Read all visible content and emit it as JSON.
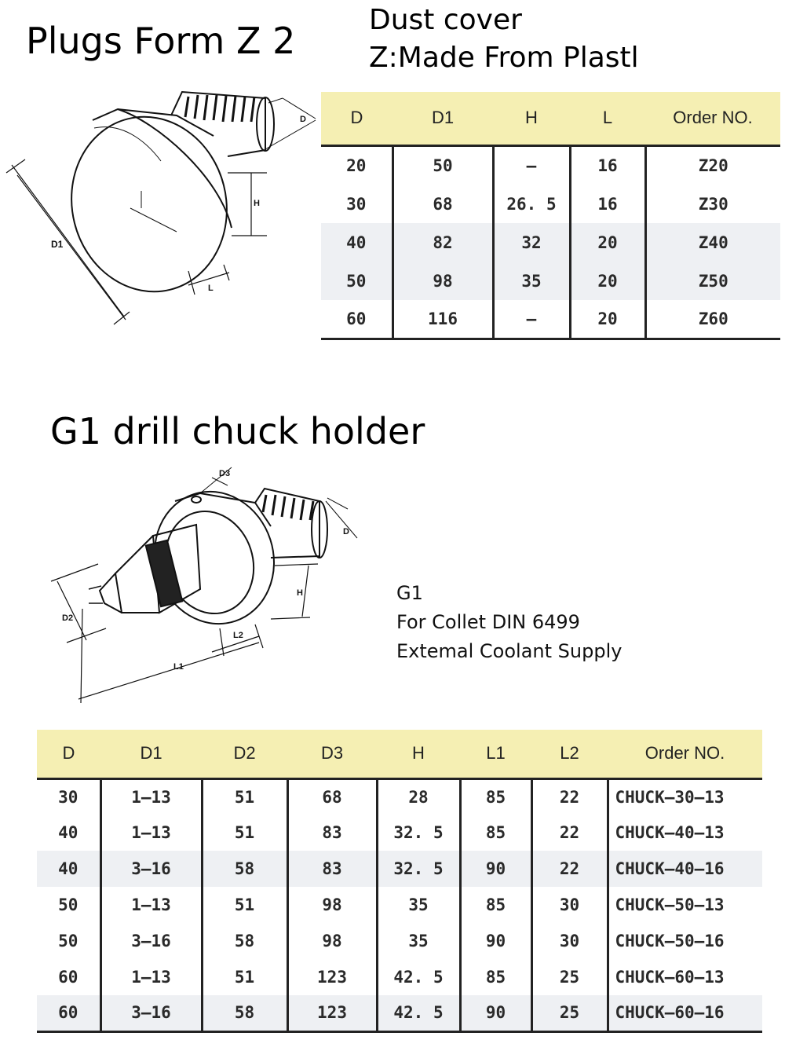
{
  "section1": {
    "title": "Plugs Form Z 2",
    "subtitle_line1": "Dust cover",
    "subtitle_line2": "Z:Made From Plastl",
    "drawing_labels": {
      "D": "D",
      "D1": "D1",
      "H": "H",
      "L": "L"
    },
    "table": {
      "headers": [
        "D",
        "D1",
        "H",
        "L",
        "Order NO."
      ],
      "rows": [
        [
          "20",
          "50",
          "–",
          "16",
          "Z20"
        ],
        [
          "30",
          "68",
          "26. 5",
          "16",
          "Z30"
        ],
        [
          "40",
          "82",
          "32",
          "20",
          "Z40"
        ],
        [
          "50",
          "98",
          "35",
          "20",
          "Z50"
        ],
        [
          "60",
          "116",
          "–",
          "20",
          "Z60"
        ]
      ]
    }
  },
  "section2": {
    "title": "G1 drill chuck holder",
    "notes": [
      "G1",
      "For Collet DIN 6499",
      "Extemal Coolant Supply"
    ],
    "drawing_labels": {
      "D": "D",
      "D2": "D2",
      "D3": "D3",
      "H": "H",
      "L1": "L1",
      "L2": "L2"
    },
    "table": {
      "headers": [
        "D",
        "D1",
        "D2",
        "D3",
        "H",
        "L1",
        "L2",
        "Order NO."
      ],
      "rows": [
        [
          "30",
          "1–13",
          "51",
          "68",
          "28",
          "85",
          "22",
          "CHUCK–30–13"
        ],
        [
          "40",
          "1–13",
          "51",
          "83",
          "32. 5",
          "85",
          "22",
          "CHUCK–40–13"
        ],
        [
          "40",
          "3–16",
          "58",
          "83",
          "32. 5",
          "90",
          "22",
          "CHUCK–40–16"
        ],
        [
          "50",
          "1–13",
          "51",
          "98",
          "35",
          "85",
          "30",
          "CHUCK–50–13"
        ],
        [
          "50",
          "3–16",
          "58",
          "98",
          "35",
          "90",
          "30",
          "CHUCK–50–16"
        ],
        [
          "60",
          "1–13",
          "51",
          "123",
          "42. 5",
          "85",
          "25",
          "CHUCK–60–13"
        ],
        [
          "60",
          "3–16",
          "58",
          "123",
          "42. 5",
          "90",
          "25",
          "CHUCK–60–16"
        ]
      ]
    }
  },
  "colors": {
    "header_bg": "#f5efb3",
    "row_shade": "#eef0f3",
    "rule": "#222222"
  }
}
